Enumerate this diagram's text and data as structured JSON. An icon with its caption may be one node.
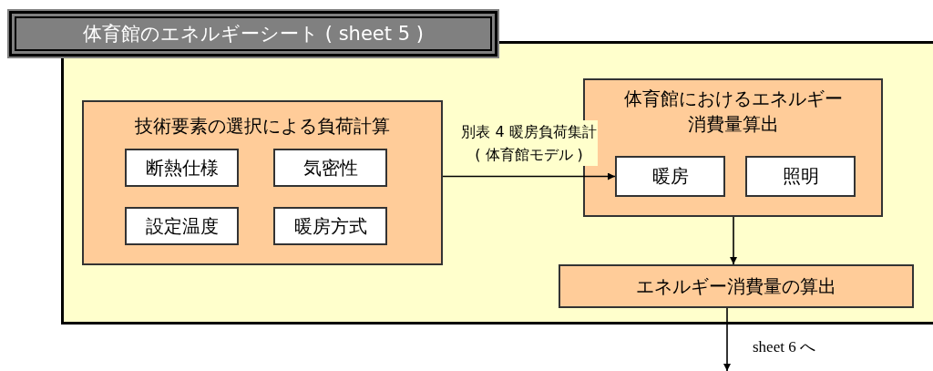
{
  "diagram": {
    "nodes": [
      {
        "text": [
          "体育館のエネルギーシート ( sheet 5 )"
        ]
      },
      {
        "text": [],
        "shape": "box"
      },
      {
        "text": [
          "技術要素の選択による負荷計算"
        ],
        "in": 1
      },
      {
        "text": [
          "断熱仕様"
        ],
        "in": 2
      },
      {
        "text": [
          "気密性"
        ],
        "in": 2
      },
      {
        "text": [
          "設定温度"
        ],
        "in": 2
      },
      {
        "text": [
          "暖房方式"
        ],
        "in": 2
      },
      {
        "text": [
          "体育館におけるエネルギー消費量算出"
        ],
        "in": 1
      },
      {
        "text": [
          "暖房"
        ],
        "in": 7
      },
      {
        "text": [
          "照明"
        ],
        "in": 7
      },
      {
        "text": [
          "エネルギー消費量の算出"
        ],
        "in": 1
      }
    ],
    "edges": [
      {
        "from": 2,
        "to": 8,
        "arrow": "to",
        "label": "別表 4 暖房負荷集計 ( 体育館モデル )"
      },
      {
        "from": 7,
        "to": 10,
        "arrow": "to"
      },
      {
        "from": 10,
        "to": null,
        "arrow": "to",
        "label": "sheet 6 へ"
      }
    ]
  }
}
